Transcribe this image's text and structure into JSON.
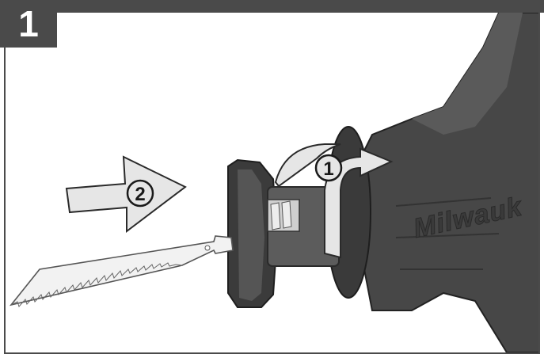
{
  "figure": {
    "step_number": "1",
    "callouts": [
      {
        "id": "rotate-collar",
        "label": "1"
      },
      {
        "id": "insert-blade",
        "label": "2"
      }
    ],
    "brand_mark": "Milwaukee"
  },
  "colors": {
    "frame": "#4a4a4a",
    "tool_body": "#454545",
    "tool_dark": "#2e2e2e",
    "arrow_fill": "#e6e6e6",
    "blade_fill": "#f2f2f2"
  }
}
